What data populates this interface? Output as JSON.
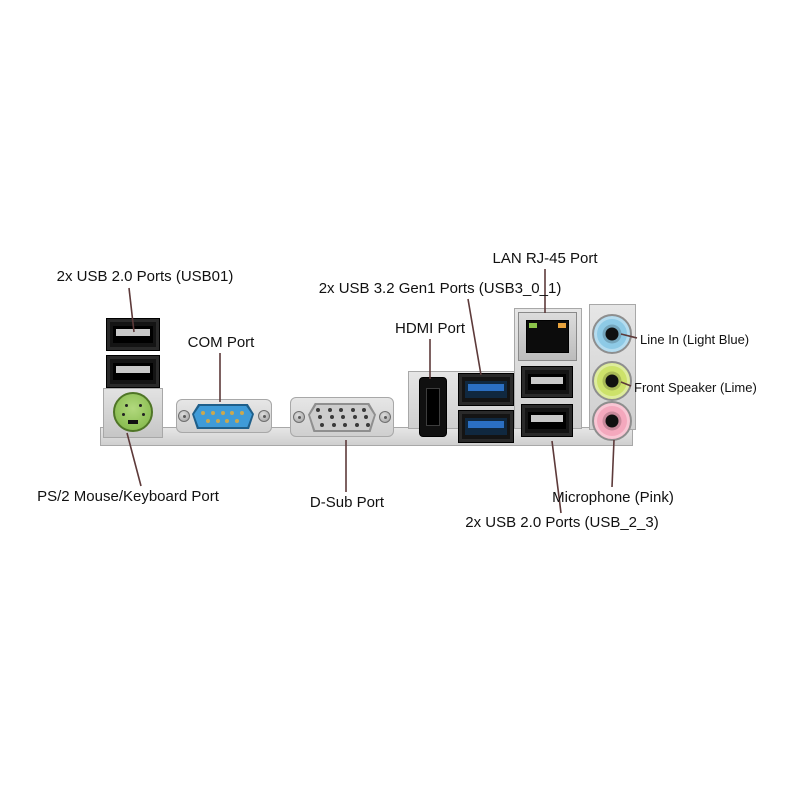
{
  "diagram_type": "motherboard-io-panel",
  "labels": {
    "usb01": "2x USB 2.0 Ports (USB01)",
    "com": "COM Port",
    "ps2": "PS/2 Mouse/Keyboard Port",
    "dsub": "D-Sub Port",
    "hdmi": "HDMI Port",
    "usb3": "2x USB 3.2 Gen1 Ports (USB3_0_1)",
    "lan": "LAN RJ-45 Port",
    "line_in": "Line In (Light Blue)",
    "front_speaker": "Front Speaker (Lime)",
    "microphone": "Microphone (Pink)",
    "usb23": "2x USB 2.0 Ports (USB_2_3)"
  },
  "colors": {
    "text": "#111111",
    "leader": "#5d3a3a",
    "shield_border": "#a8a8a8",
    "port_black": "#141414",
    "usb_tongue_gray": "#c9c9c9",
    "usb3_tongue_blue": "#2b6fc2",
    "ps2_green": "#7cb342",
    "com_blue": "#3f9bd8",
    "com_blue_dark": "#1f5f8a",
    "vga_silver": "#cccccc",
    "vga_dark": "#8f8f8f",
    "pin_gold": "#caa84f",
    "lan_led_green": "#8bc34a",
    "lan_led_amber": "#e8a33d",
    "line_in_blue": "#8ecae6",
    "speaker_lime": "#cde26a",
    "mic_pink": "#f4a8bd"
  }
}
